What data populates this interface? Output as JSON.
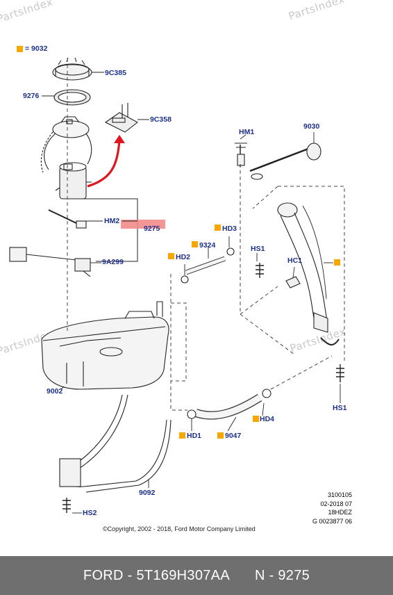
{
  "watermark": {
    "text": "PartsIndex"
  },
  "legend": {
    "text": "= 9032"
  },
  "labels": {
    "p9C385": "9C385",
    "p9276": "9276",
    "p9C358": "9C358",
    "pHM1": "HM1",
    "p9030": "9030",
    "pHM2": "HM2",
    "p9275": "9275",
    "pHD3": "HD3",
    "p9324": "9324",
    "pHD2": "HD2",
    "pHS1a": "HS1",
    "pHC1": "HC1",
    "p9A299": "9A299",
    "p9002": "9002",
    "pHS1b": "HS1",
    "pHD4": "HD4",
    "pHD1": "HD1",
    "p9047": "9047",
    "p9092": "9092",
    "pHS2": "HS2"
  },
  "reference": {
    "line1": "3100105",
    "line2": "02-2018 07",
    "line3": "18HDEZ",
    "line4": "G 0023877 06"
  },
  "copyright": "©Copyright, 2002 - 2018, Ford Motor Company Limited",
  "footer": {
    "brand": "FORD - 5T169H307AA",
    "part": "N - 9275"
  },
  "colors": {
    "label": "#1c2f8c",
    "marker": "#f7a700",
    "highlight": "#f28b8b",
    "arrow": "#e0141e",
    "footer_bg": "#6f6f6f"
  }
}
